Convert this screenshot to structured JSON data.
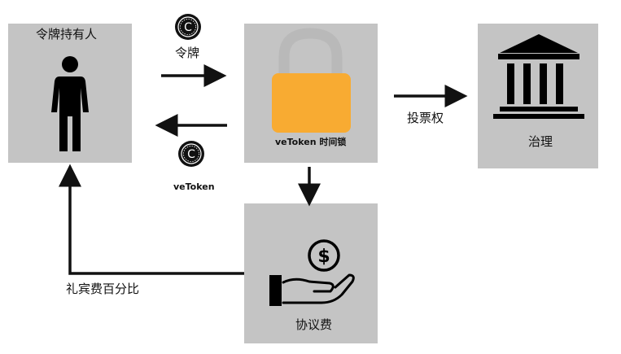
{
  "holder": {
    "title": "令牌持有人"
  },
  "token": {
    "label": "令牌"
  },
  "vetoken": {
    "label": "veToken"
  },
  "lock": {
    "label": "veToken 时间锁"
  },
  "voting": {
    "label": "投票权"
  },
  "governance": {
    "label": "治理"
  },
  "fees": {
    "label": "协议费"
  },
  "share": {
    "label": "礼宾费百分比"
  },
  "colors": {
    "box": "#c4c4c4",
    "lock_body": "#f8ab32",
    "lock_shackle": "#b9b9b9",
    "arrow": "#111111"
  }
}
